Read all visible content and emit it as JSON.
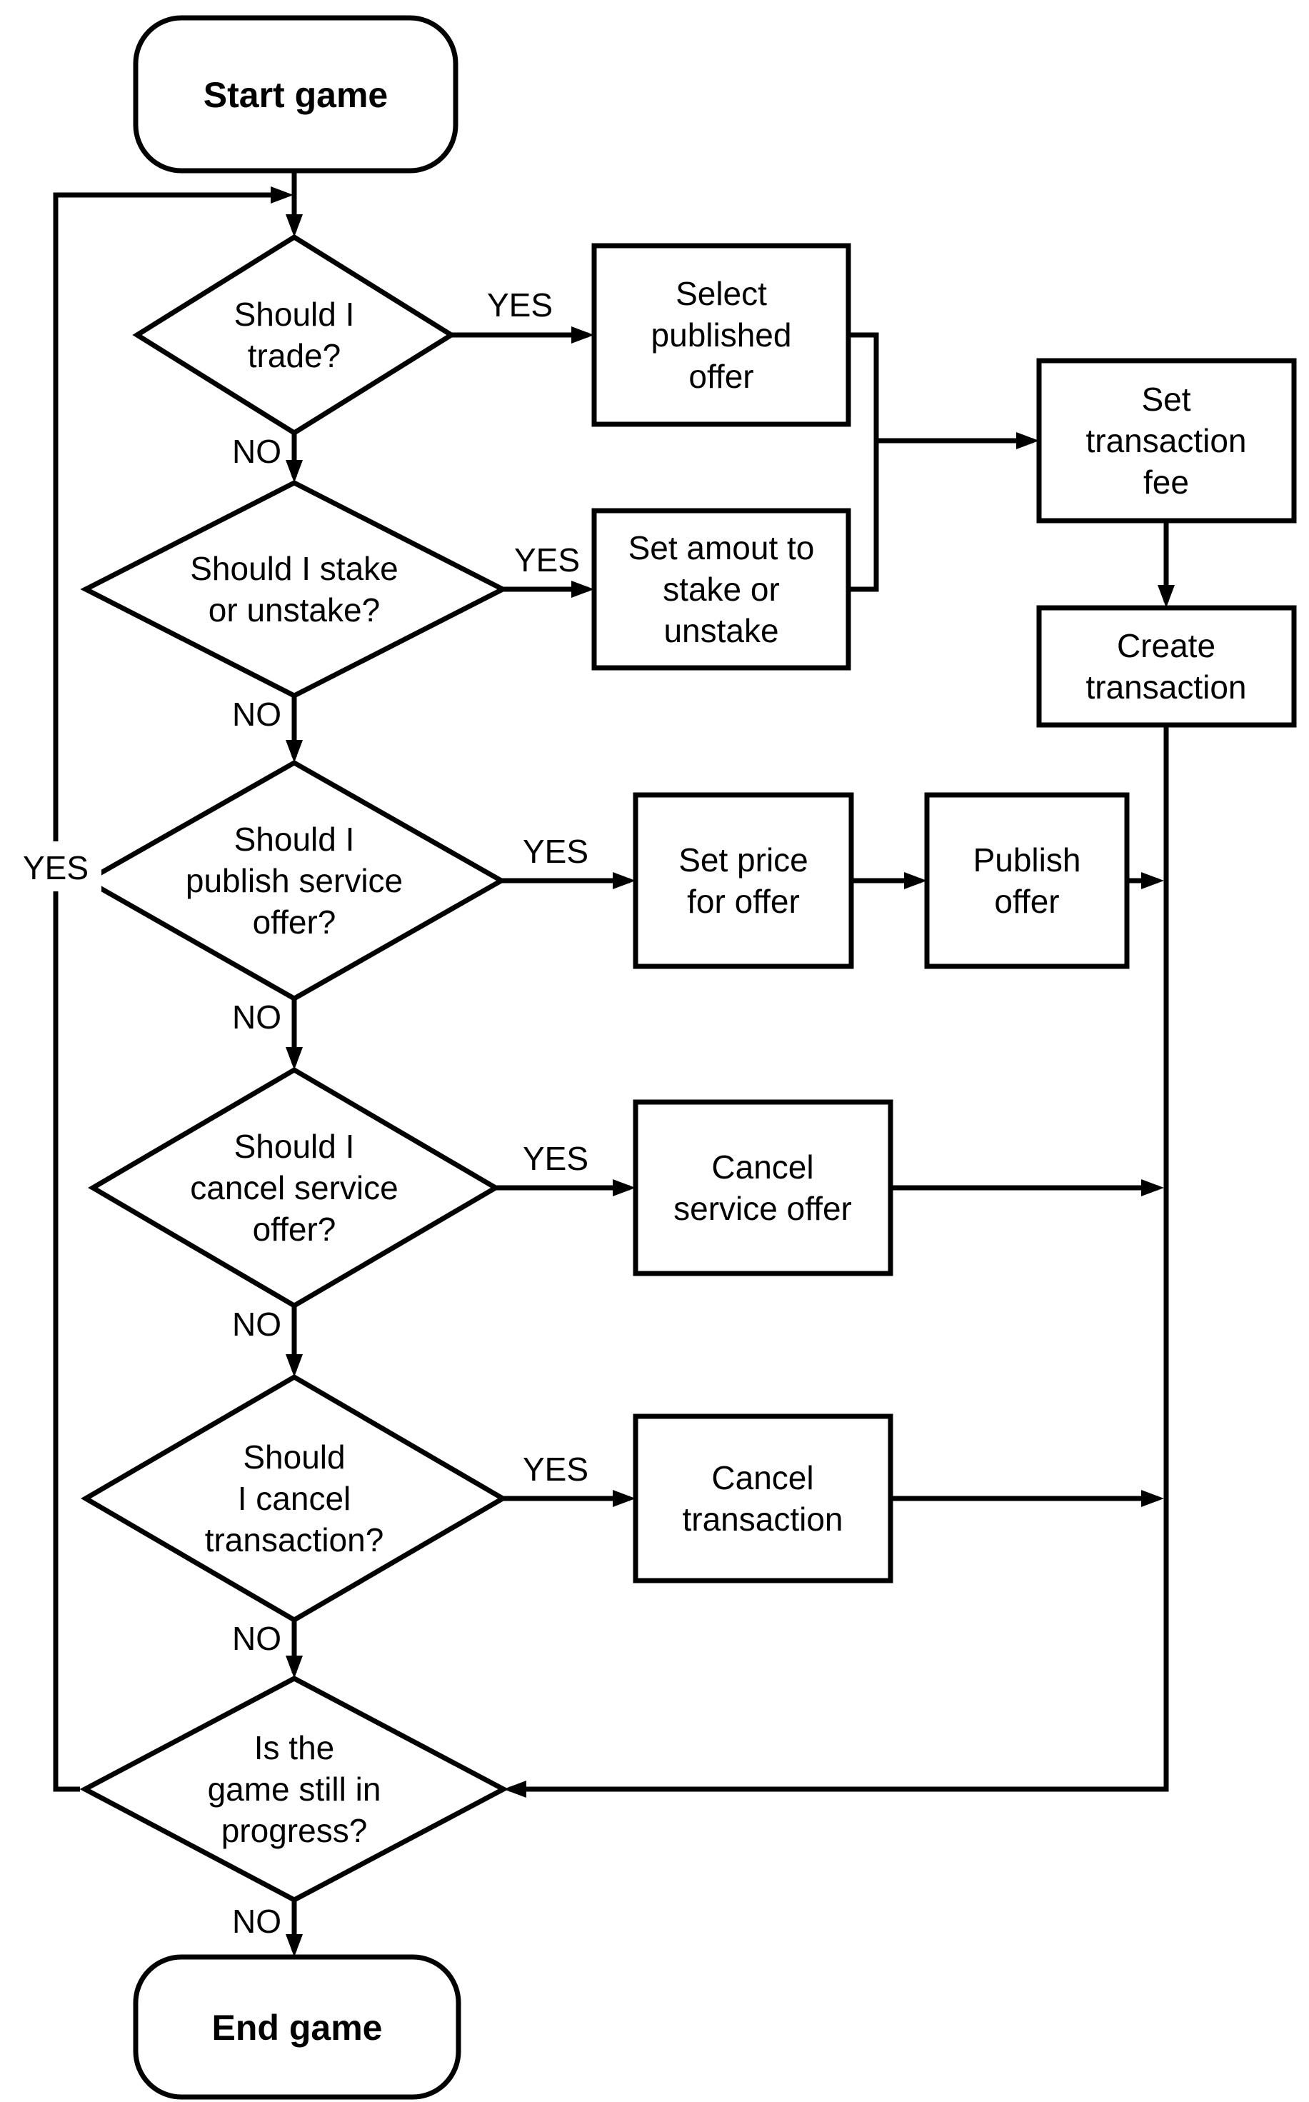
{
  "diagram": {
    "type": "flowchart",
    "colors": {
      "ink": "#000000",
      "paper": "#ffffff"
    },
    "nodes": {
      "start": {
        "kind": "terminator",
        "label": "Start game"
      },
      "trade_decision": {
        "kind": "decision",
        "lines": [
          "Should I",
          "trade?"
        ]
      },
      "select_offer": {
        "kind": "process",
        "lines": [
          "Select",
          "published",
          "offer"
        ]
      },
      "stake_decision": {
        "kind": "decision",
        "lines": [
          "Should I stake",
          "or unstake?"
        ]
      },
      "stake_amount": {
        "kind": "process",
        "lines": [
          "Set amout to",
          "stake or",
          "unstake"
        ]
      },
      "set_fee": {
        "kind": "process",
        "lines": [
          "Set",
          "transaction",
          "fee"
        ]
      },
      "create_tx": {
        "kind": "process",
        "lines": [
          "Create",
          "transaction"
        ]
      },
      "publish_decision": {
        "kind": "decision",
        "lines": [
          "Should I",
          "publish service",
          "offer?"
        ]
      },
      "set_price": {
        "kind": "process",
        "lines": [
          "Set price",
          "for offer"
        ]
      },
      "publish_offer": {
        "kind": "process",
        "lines": [
          "Publish",
          "offer"
        ]
      },
      "cancel_offer_decision": {
        "kind": "decision",
        "lines": [
          "Should I",
          "cancel service",
          "offer?"
        ]
      },
      "cancel_offer": {
        "kind": "process",
        "lines": [
          "Cancel",
          "service offer"
        ]
      },
      "cancel_tx_decision": {
        "kind": "decision",
        "lines": [
          "Should",
          "I cancel",
          "transaction?"
        ]
      },
      "cancel_tx": {
        "kind": "process",
        "lines": [
          "Cancel",
          "transaction"
        ]
      },
      "progress_decision": {
        "kind": "decision",
        "lines": [
          "Is the",
          "game still in",
          "progress?"
        ]
      },
      "end": {
        "kind": "terminator",
        "label": "End game"
      }
    },
    "edge_labels": {
      "yes_trade": "YES",
      "no_trade": "NO",
      "yes_stake": "YES",
      "no_stake": "NO",
      "yes_publish": "YES",
      "no_publish": "NO",
      "yes_cancel_offer": "YES",
      "no_cancel_offer": "NO",
      "yes_cancel_tx": "YES",
      "no_cancel_tx": "NO",
      "yes_progress": "YES",
      "no_progress": "NO"
    }
  }
}
